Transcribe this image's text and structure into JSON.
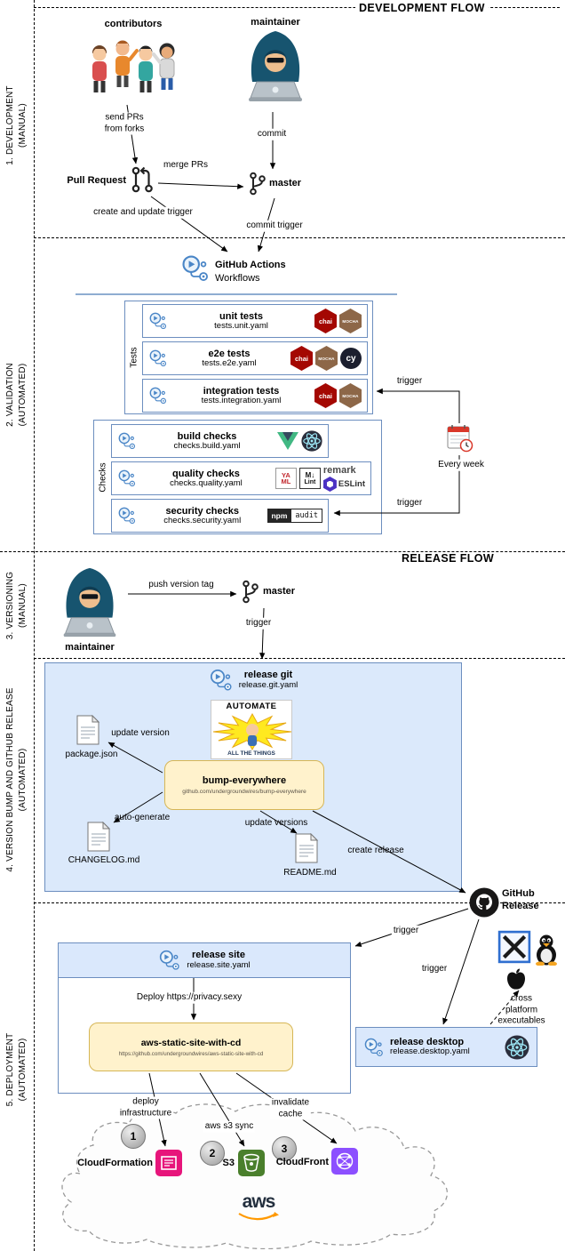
{
  "flow_titles": {
    "development": "DEVELOPMENT FLOW",
    "release": "RELEASE FLOW"
  },
  "side_labels": [
    {
      "line1": "1. DEVELOPMENT",
      "line2": "(MANUAL)"
    },
    {
      "line1": "2. VALIDATION",
      "line2": "(AUTOMATED)"
    },
    {
      "line1": "3. VERSIONING",
      "line2": "(MANUAL)"
    },
    {
      "line1": "4. VERSION BUMP AND GITHUB RELEASE",
      "line2": "(AUTOMATED)"
    },
    {
      "line1": "5. DEPLOYMENT",
      "line2": "(AUTOMATED)"
    }
  ],
  "development": {
    "contributors": "contributors",
    "maintainer": "maintainer",
    "send_prs": "send PRs\nfrom forks",
    "commit": "commit",
    "pull_request": "Pull Request",
    "merge_prs": "merge PRs",
    "master": "master",
    "create_update_trigger": "create and update trigger",
    "commit_trigger": "commit trigger"
  },
  "validation": {
    "github_actions": "GitHub Actions",
    "workflows": "Workflows",
    "tests_label": "Tests",
    "tests": [
      {
        "title": "unit tests",
        "file": "tests.unit.yaml"
      },
      {
        "title": "e2e tests",
        "file": "tests.e2e.yaml"
      },
      {
        "title": "integration tests",
        "file": "tests.integration.yaml"
      }
    ],
    "checks_label": "Checks",
    "checks": [
      {
        "title": "build checks",
        "file": "checks.build.yaml"
      },
      {
        "title": "quality checks",
        "file": "checks.quality.yaml"
      },
      {
        "title": "security checks",
        "file": "checks.security.yaml"
      }
    ],
    "trigger": "trigger",
    "every_week": "Every week",
    "icon_text": {
      "chai": "chai",
      "mocha": "MOCHA",
      "cypress": "cy",
      "yaml_top": "YA",
      "yaml_bottom": "ML",
      "mdlint_top": "M↓",
      "mdlint_bottom": "Lint",
      "remark": "remark",
      "eslint": "ESLint",
      "npm": "npm",
      "audit": "audit"
    }
  },
  "versioning": {
    "maintainer": "maintainer",
    "push_version_tag": "push version tag",
    "master": "master",
    "trigger": "trigger"
  },
  "release_git": {
    "title": "release git",
    "file": "release.git.yaml",
    "meme_top": "AUTOMATE",
    "meme_bottom": "ALL THE THINGS",
    "bump_title": "bump-everywhere",
    "bump_subtitle": "github.com/undergroundwires/bump-everywhere",
    "package_json": "package.json",
    "update_version": "update version",
    "changelog": "CHANGELOG.md",
    "auto_generate": "auto-generate",
    "readme": "README.md",
    "update_versions": "update versions",
    "create_release": "create release",
    "github_release": "GitHub\nRelease"
  },
  "deployment": {
    "release_site_title": "release site",
    "release_site_file": "release.site.yaml",
    "deploy_label": "Deploy https://privacy.sexy",
    "aws_box_title": "aws-static-site-with-cd",
    "aws_box_subtitle": "https://github.com/undergroundwires/aws-static-site-with-cd",
    "deploy_infrastructure": "deploy\ninfrastructure",
    "aws_s3_sync": "aws s3 sync",
    "invalidate_cache": "invalidate\ncache",
    "steps": [
      "1",
      "2",
      "3"
    ],
    "cloudformation": "CloudFormation",
    "s3": "S3",
    "cloudfront": "CloudFront",
    "aws_logo": "aws",
    "trigger": "trigger",
    "release_desktop_title": "release desktop",
    "release_desktop_file": "release.desktop.yaml",
    "cross_platform": "cross platform\nexecutables"
  },
  "colors": {
    "box_blue_fill": "#dae8fc",
    "box_blue_border": "#6c8ebf",
    "box_yellow_fill": "#fff2cc",
    "box_yellow_border": "#d6b656",
    "gha_blue": "#4a86c7",
    "chai": "#a40802",
    "mocha": "#8d6748",
    "cypress": "#1b1e2e",
    "vue": "#41b883",
    "eslint": "#4b32c3",
    "npm": "#262626",
    "cloudformation": "#e7157b",
    "s3": "#4a7f2c",
    "cloudfront": "#8c4fff",
    "aws_orange": "#ff9900",
    "github": "#181717"
  }
}
